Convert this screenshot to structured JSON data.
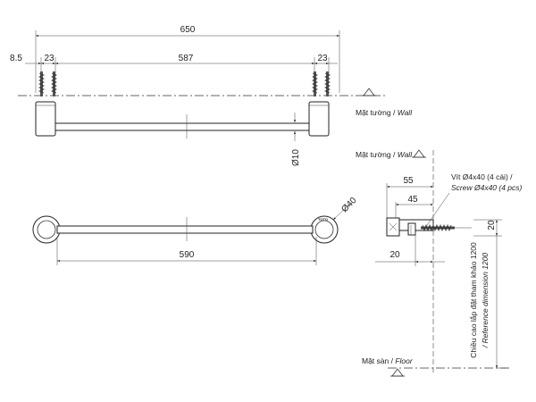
{
  "dimensions": {
    "total_length": "650",
    "offset_left": "8.5",
    "bracket_left": "23",
    "center_span": "587",
    "bracket_right": "23",
    "tube_diameter": "Ø10",
    "rosette_diameter": "Ø40",
    "bar_length": "590",
    "side_depth": "55",
    "side_base": "45",
    "side_flange": "20",
    "side_height": "20"
  },
  "labels": {
    "wall_1_vn": "Mặt tường / ",
    "wall_1_en": "Wall",
    "wall_2_vn": "Mặt tường / ",
    "wall_2_en": "Wall",
    "screw_vn": "Vít Ø4x40 (4 cái) /",
    "screw_en": "Screw Ø4x40 (4 pcs)",
    "floor_vn": "Mặt sàn / ",
    "floor_en": "Floor",
    "height_vn": "Chiều cao lắp đặt tham khảo 1200",
    "height_en": "/ Reference dimension 1200",
    "logo": "TOTO"
  }
}
